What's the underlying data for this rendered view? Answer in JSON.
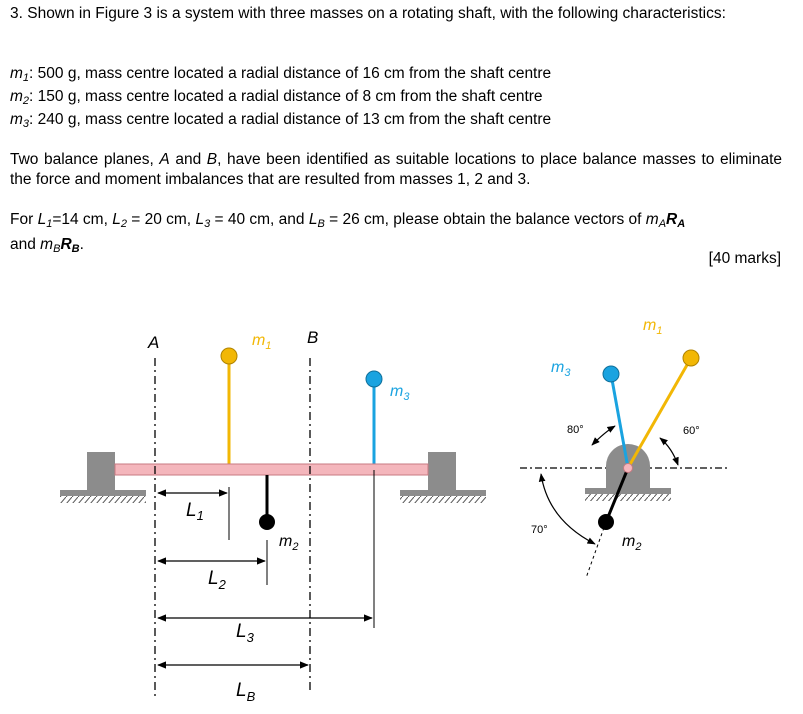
{
  "question": {
    "intro": "3. Shown in Figure 3 is a system with three masses on a rotating shaft, with the following characteristics:",
    "masses": [
      {
        "sym": "m",
        "sub": "1",
        "text": ": 500 g, mass centre located a radial distance of 16 cm from the shaft centre"
      },
      {
        "sym": "m",
        "sub": "2",
        "text": ": 150 g, mass centre located a radial distance of 8 cm from the shaft centre"
      },
      {
        "sym": "m",
        "sub": "3",
        "text": ": 240 g, mass centre located a radial distance of 13 cm from the shaft centre"
      }
    ],
    "planes_p1": "Two balance planes, ",
    "planes_A": "A",
    "planes_p2": " and ",
    "planes_B": "B",
    "planes_p3": ", have been identified as suitable locations to place balance masses to eliminate the force and moment imbalances that are resulted from masses 1, 2 and 3.",
    "task": {
      "p1": "For ",
      "L": "L",
      "s1": "1",
      "v1": "=14 cm, ",
      "s2": "2",
      "v2": " = 20 cm, ",
      "s3": "3",
      "v3": " = 40 cm, and ",
      "sB": "B",
      "v4": " = 26 cm, please obtain the balance vectors of ",
      "mA": "m",
      "mAsub": "A",
      "RA": "R",
      "RAsub": "A",
      "and": " and ",
      "mB": "m",
      "mBsub": "B",
      "RB": "R",
      "RBsub": "B",
      "end": "."
    },
    "marks": "[40 marks]"
  },
  "figure": {
    "plane_A": "A",
    "plane_B": "B",
    "m1": "m",
    "m1_sub": "1",
    "m2": "m",
    "m2_sub": "2",
    "m3": "m",
    "m3_sub": "3",
    "L1": "L",
    "L1_sub": "1",
    "L2": "L",
    "L2_sub": "2",
    "L3": "L",
    "L3_sub": "3",
    "LB": "L",
    "LB_sub": "B",
    "angle_80": "80°",
    "angle_60": "60°",
    "angle_70": "70°",
    "colors": {
      "m1": "#f2b705",
      "m2": "#000000",
      "m3": "#1aa3e0",
      "shaft": "#f4b6bc",
      "shaft_edge": "#c77a82",
      "support": "#8c8c8c",
      "angle_text": "#000000"
    }
  }
}
